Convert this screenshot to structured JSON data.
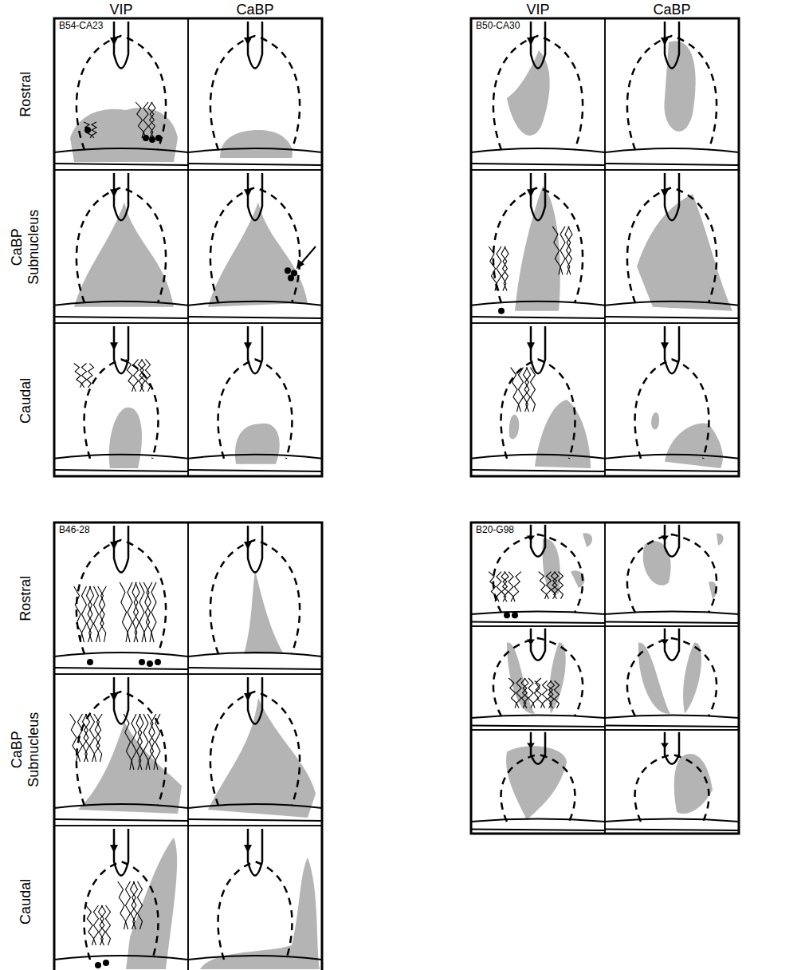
{
  "diagram": {
    "labels": [
      "VIP",
      "CaBP",
      "VIP",
      "CaBP",
      "B54-CA23",
      "B50-CA30",
      "B46-28",
      "B20-G98",
      "Rostral",
      "CaBP Subnucleus",
      "Caudal",
      "Rostral",
      "CaBP Subnucleus",
      "Caudal"
    ]
  }
}
